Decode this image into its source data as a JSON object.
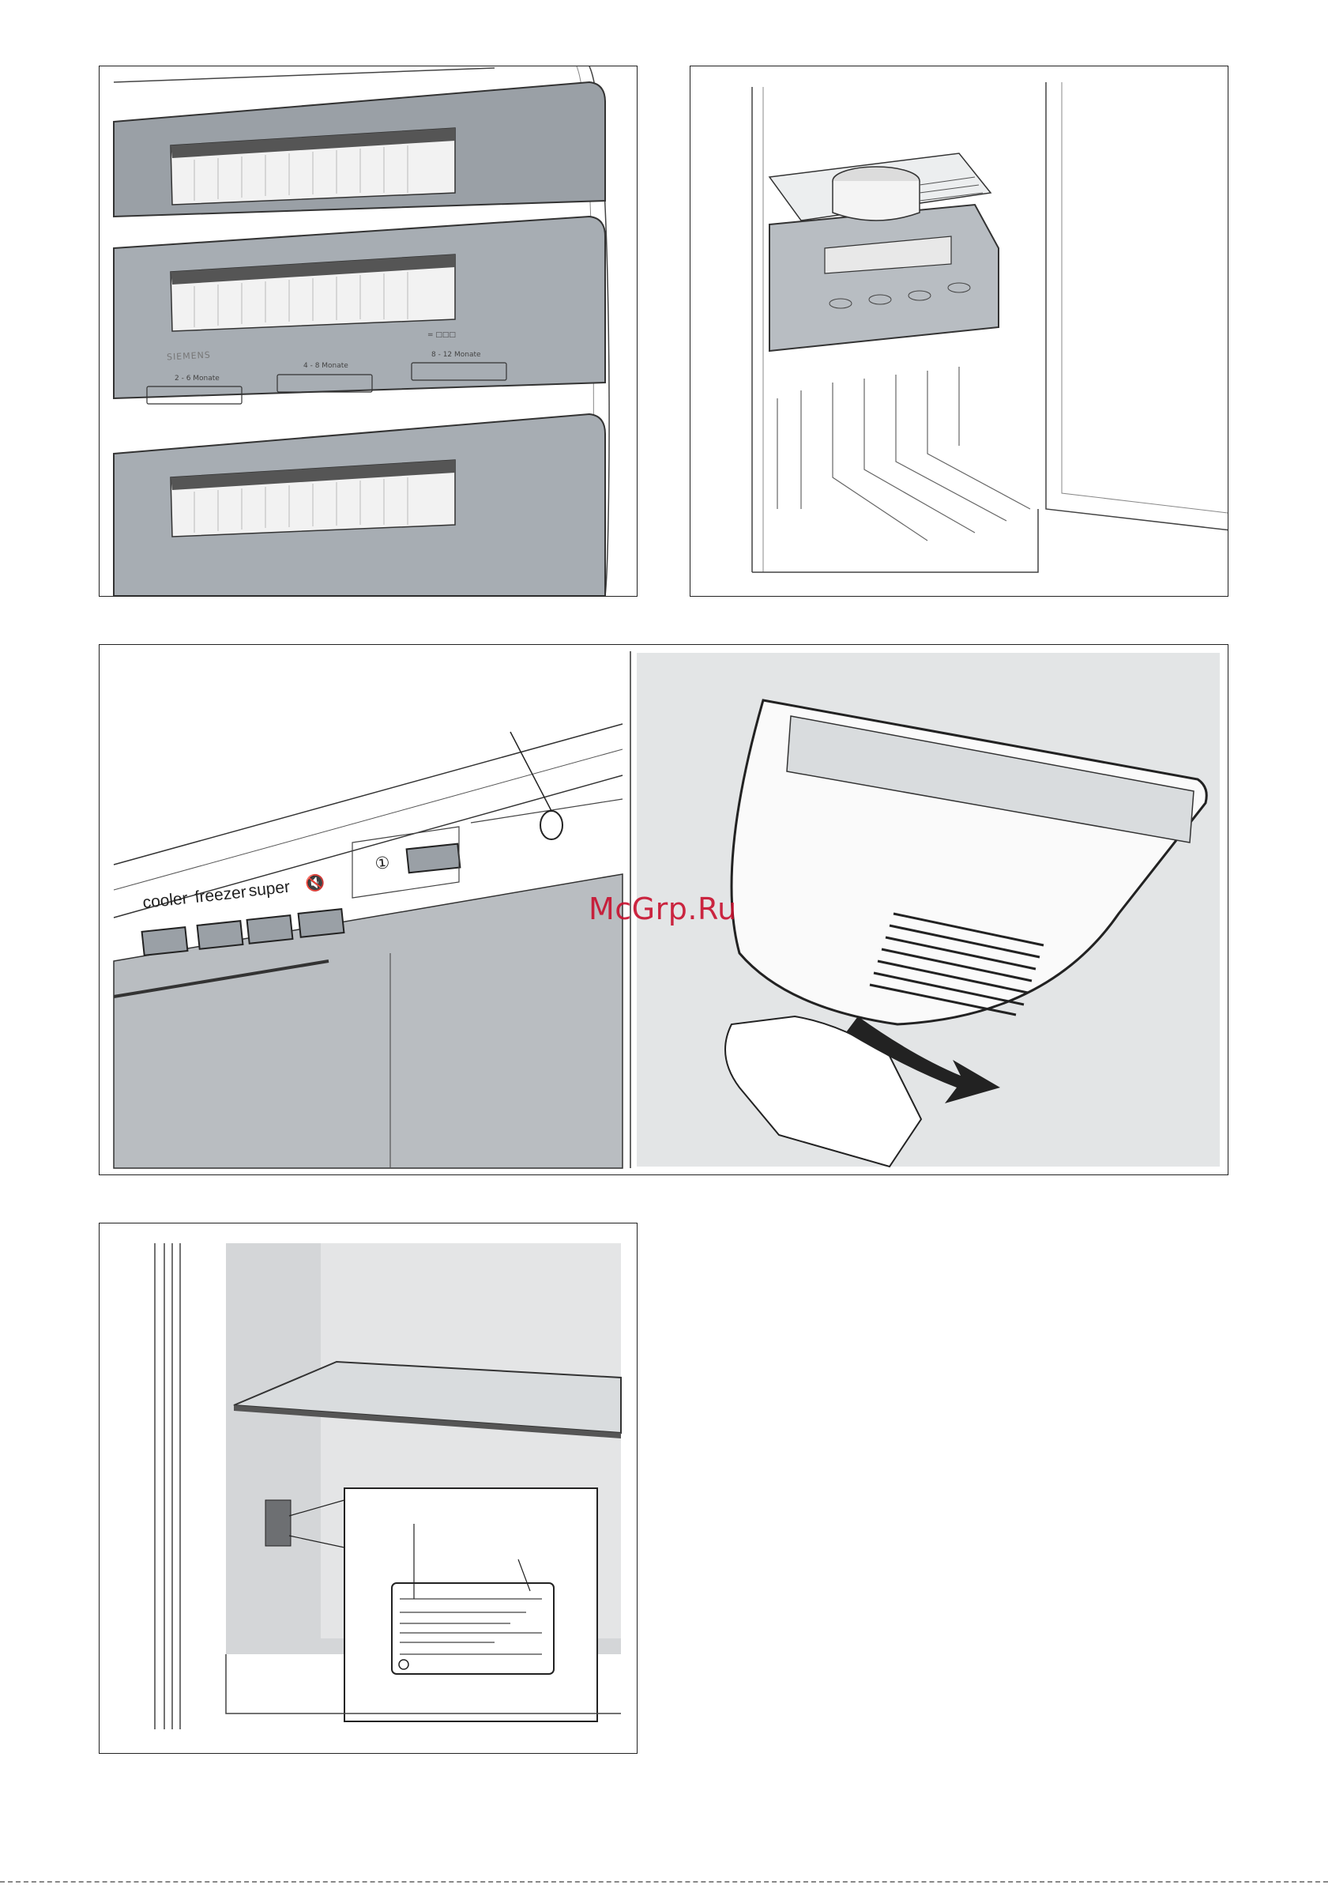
{
  "figures": {
    "freezer_drawers": {
      "brand": "SIEMENS",
      "label_sticker": "= □□□",
      "storage_groups": [
        {
          "title": "2 - 6 Monate"
        },
        {
          "title": "4 - 8 Monate"
        },
        {
          "title": "8 - 12 Monate"
        }
      ]
    },
    "control_panel": {
      "buttons": [
        {
          "label": "cooler"
        },
        {
          "label": "freezer"
        },
        {
          "label": "super"
        },
        {
          "label": "alarm-off",
          "icon": "speaker-icon"
        }
      ],
      "power_symbol": "①"
    }
  },
  "watermark": "McGrp.Ru",
  "colors": {
    "panel_border": "#222222",
    "drawer_gray": "#9aa0a6",
    "wall_gray": "#d4d6d8",
    "watermark_red": "#c8102e"
  }
}
